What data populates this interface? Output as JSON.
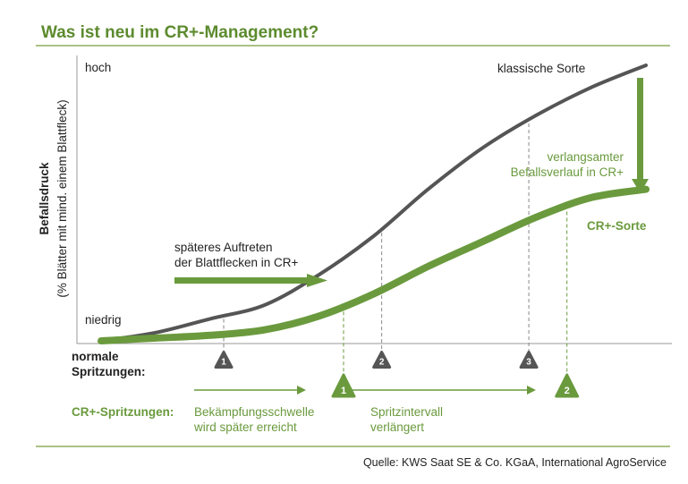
{
  "header": {
    "title": "Was ist neu im CR+-Management?"
  },
  "colors": {
    "green": "#6a9a3d",
    "green_title": "#5d8b2f",
    "gray_curve": "#555555",
    "rule": "#8fae5d",
    "dark": "#222222"
  },
  "chart_data": {
    "type": "line",
    "ylabel_line1": "Befallsdruck",
    "ylabel_line2": "(% Blätter mit mind. einem Blattfleck)",
    "y_high": "hoch",
    "y_low": "niedrig",
    "series": [
      {
        "name": "klassische Sorte",
        "color": "#555555",
        "x": [
          0,
          0.1,
          0.2,
          0.3,
          0.4,
          0.5,
          0.6,
          0.7,
          0.8,
          0.9,
          1.0
        ],
        "y": [
          0.0,
          0.03,
          0.08,
          0.13,
          0.24,
          0.38,
          0.55,
          0.7,
          0.82,
          0.92,
          1.0
        ]
      },
      {
        "name": "CR+-Sorte",
        "color": "#6a9a3d",
        "x": [
          0,
          0.1,
          0.2,
          0.3,
          0.4,
          0.5,
          0.6,
          0.7,
          0.8,
          0.9,
          1.0
        ],
        "y": [
          0.0,
          0.01,
          0.02,
          0.04,
          0.09,
          0.17,
          0.27,
          0.36,
          0.45,
          0.52,
          0.55
        ]
      }
    ]
  },
  "annotations": {
    "later_line1": "späteres Auftreten",
    "later_line2": "der Blattflecken in CR+",
    "slower_line1": "verlangsamter",
    "slower_line2": "Befallsverlauf in CR+",
    "classic_label": "klassische Sorte",
    "cr_label": "CR+-Sorte"
  },
  "spray": {
    "normal_line1": "normale",
    "normal_line2": "Spritzungen:",
    "normal_markers": [
      {
        "label": "1",
        "x": 0.225
      },
      {
        "label": "2",
        "x": 0.515
      },
      {
        "label": "3",
        "x": 0.785
      }
    ],
    "cr_label": "CR+-Spritzungen:",
    "cr_markers": [
      {
        "label": "1",
        "x": 0.445
      },
      {
        "label": "2",
        "x": 0.855
      }
    ],
    "threshold_line1": "Bekämpfungsschwelle",
    "threshold_line2": "wird später erreicht",
    "interval_line1": "Spritzintervall",
    "interval_line2": "verlängert"
  },
  "footer": {
    "source": "Quelle: KWS Saat SE & Co. KGaA, International AgroService"
  }
}
